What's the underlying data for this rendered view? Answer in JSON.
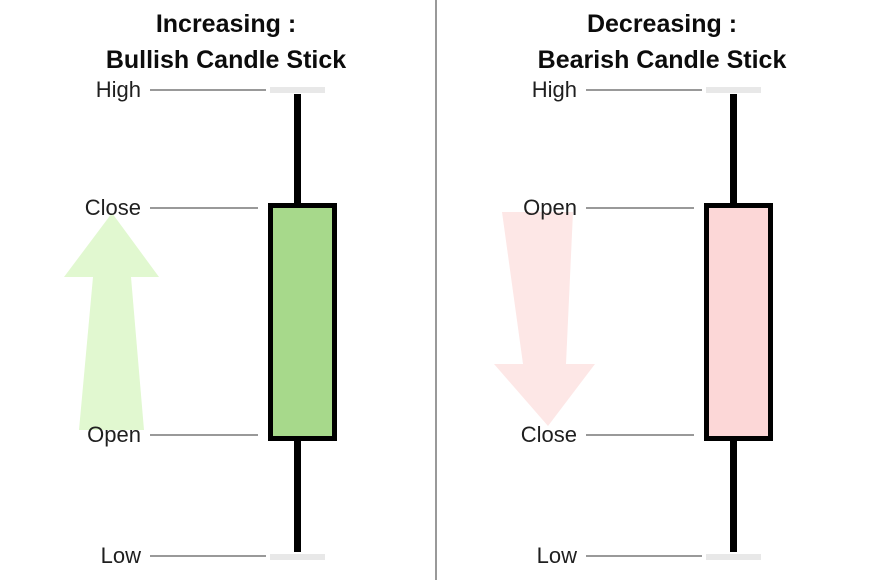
{
  "panels": [
    {
      "name": "bullish",
      "title_line1": "Increasing :",
      "title_line2": "Bullish Candle Stick",
      "price_labels": {
        "high": "High",
        "body_top": "Close",
        "body_bottom": "Open",
        "low": "Low"
      },
      "candle": {
        "direction": "up",
        "body_fill": "#a7d98b",
        "outline_color": "#000000"
      },
      "arrow": {
        "direction": "up",
        "fill": "#e1f8d0"
      }
    },
    {
      "name": "bearish",
      "title_line1": "Decreasing :",
      "title_line2": "Bearish Candle Stick",
      "price_labels": {
        "high": "High",
        "body_top": "Open",
        "body_bottom": "Close",
        "low": "Low"
      },
      "candle": {
        "direction": "down",
        "body_fill": "#fcd7d7",
        "outline_color": "#000000"
      },
      "arrow": {
        "direction": "down",
        "fill": "#fde7e6"
      }
    }
  ],
  "colors": {
    "background": "#ffffff",
    "divider": "#999999",
    "leader_line": "#999999",
    "extreme_tick": "#e8e8e8",
    "wick": "#000000",
    "title_text": "#0c0c0c",
    "label_text": "#1f1f1f"
  }
}
